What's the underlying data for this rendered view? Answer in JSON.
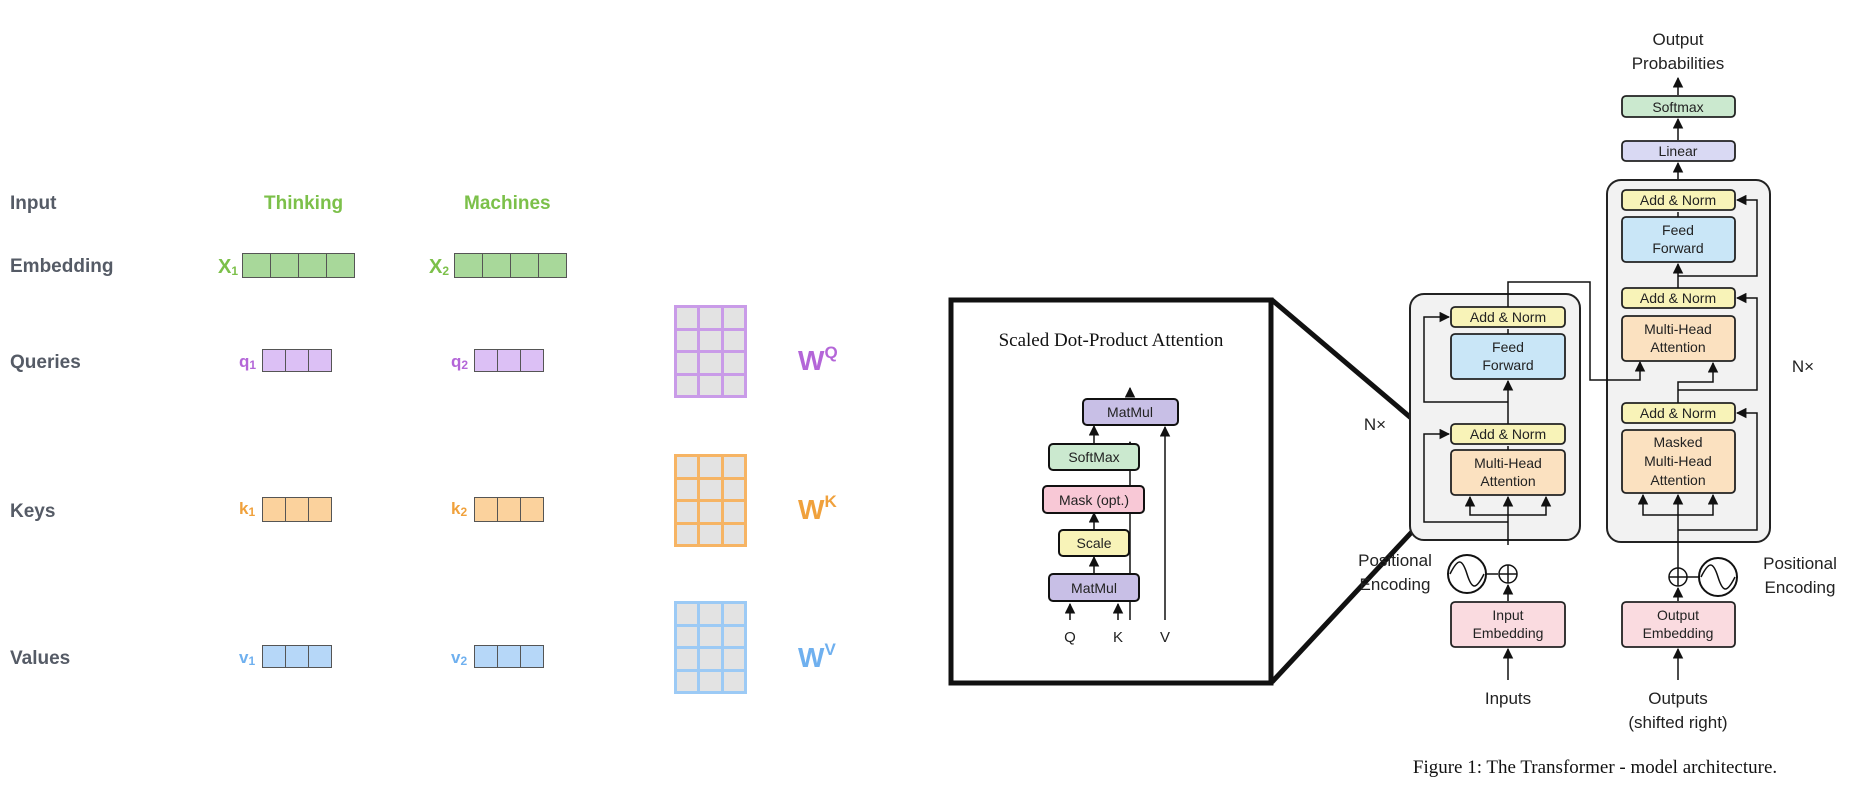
{
  "left_panel": {
    "row_labels": {
      "input": "Input",
      "embedding": "Embedding",
      "queries": "Queries",
      "keys": "Keys",
      "values": "Values"
    },
    "words": [
      "Thinking",
      "Machines"
    ],
    "embeddings": [
      {
        "name": "X",
        "index": "1"
      },
      {
        "name": "X",
        "index": "2"
      }
    ],
    "queries": [
      {
        "name": "q",
        "index": "1"
      },
      {
        "name": "q",
        "index": "2"
      }
    ],
    "keys": [
      {
        "name": "k",
        "index": "1"
      },
      {
        "name": "k",
        "index": "2"
      }
    ],
    "values": [
      {
        "name": "v",
        "index": "1"
      },
      {
        "name": "v",
        "index": "2"
      }
    ],
    "weights": [
      {
        "name": "W",
        "sup": "Q"
      },
      {
        "name": "W",
        "sup": "K"
      },
      {
        "name": "W",
        "sup": "V"
      }
    ],
    "colors": {
      "word": "#7cc04a",
      "embedding": "#a8d89a",
      "query": "#dcc0f5",
      "query_label": "#b466d8",
      "key": "#fbd29d",
      "key_label": "#f0a13c",
      "value": "#b6d7f8",
      "value_label": "#6fb0ef",
      "label": "#555b66"
    }
  },
  "attention_box": {
    "title": "Scaled Dot-Product Attention",
    "blocks": {
      "matmul_top": "MatMul",
      "softmax": "SoftMax",
      "mask": "Mask (opt.)",
      "scale": "Scale",
      "matmul_bottom": "MatMul"
    },
    "inputs": [
      "Q",
      "K",
      "V"
    ]
  },
  "transformer": {
    "output_label_line1": "Output",
    "output_label_line2": "Probabilities",
    "softmax": "Softmax",
    "linear": "Linear",
    "add_norm": "Add & Norm",
    "feed_forward_line1": "Feed",
    "feed_forward_line2": "Forward",
    "mha_line1": "Multi-Head",
    "mha_line2": "Attention",
    "masked_mha_line1": "Masked",
    "masked_mha_line2": "Multi-Head",
    "masked_mha_line3": "Attention",
    "nx": "N×",
    "pos_enc_line1": "Positional",
    "pos_enc_line2": "Encoding",
    "input_emb_line1": "Input",
    "input_emb_line2": "Embedding",
    "output_emb_line1": "Output",
    "output_emb_line2": "Embedding",
    "inputs": "Inputs",
    "outputs_line1": "Outputs",
    "outputs_line2": "(shifted right)"
  },
  "caption": "Figure 1: The Transformer - model architecture."
}
